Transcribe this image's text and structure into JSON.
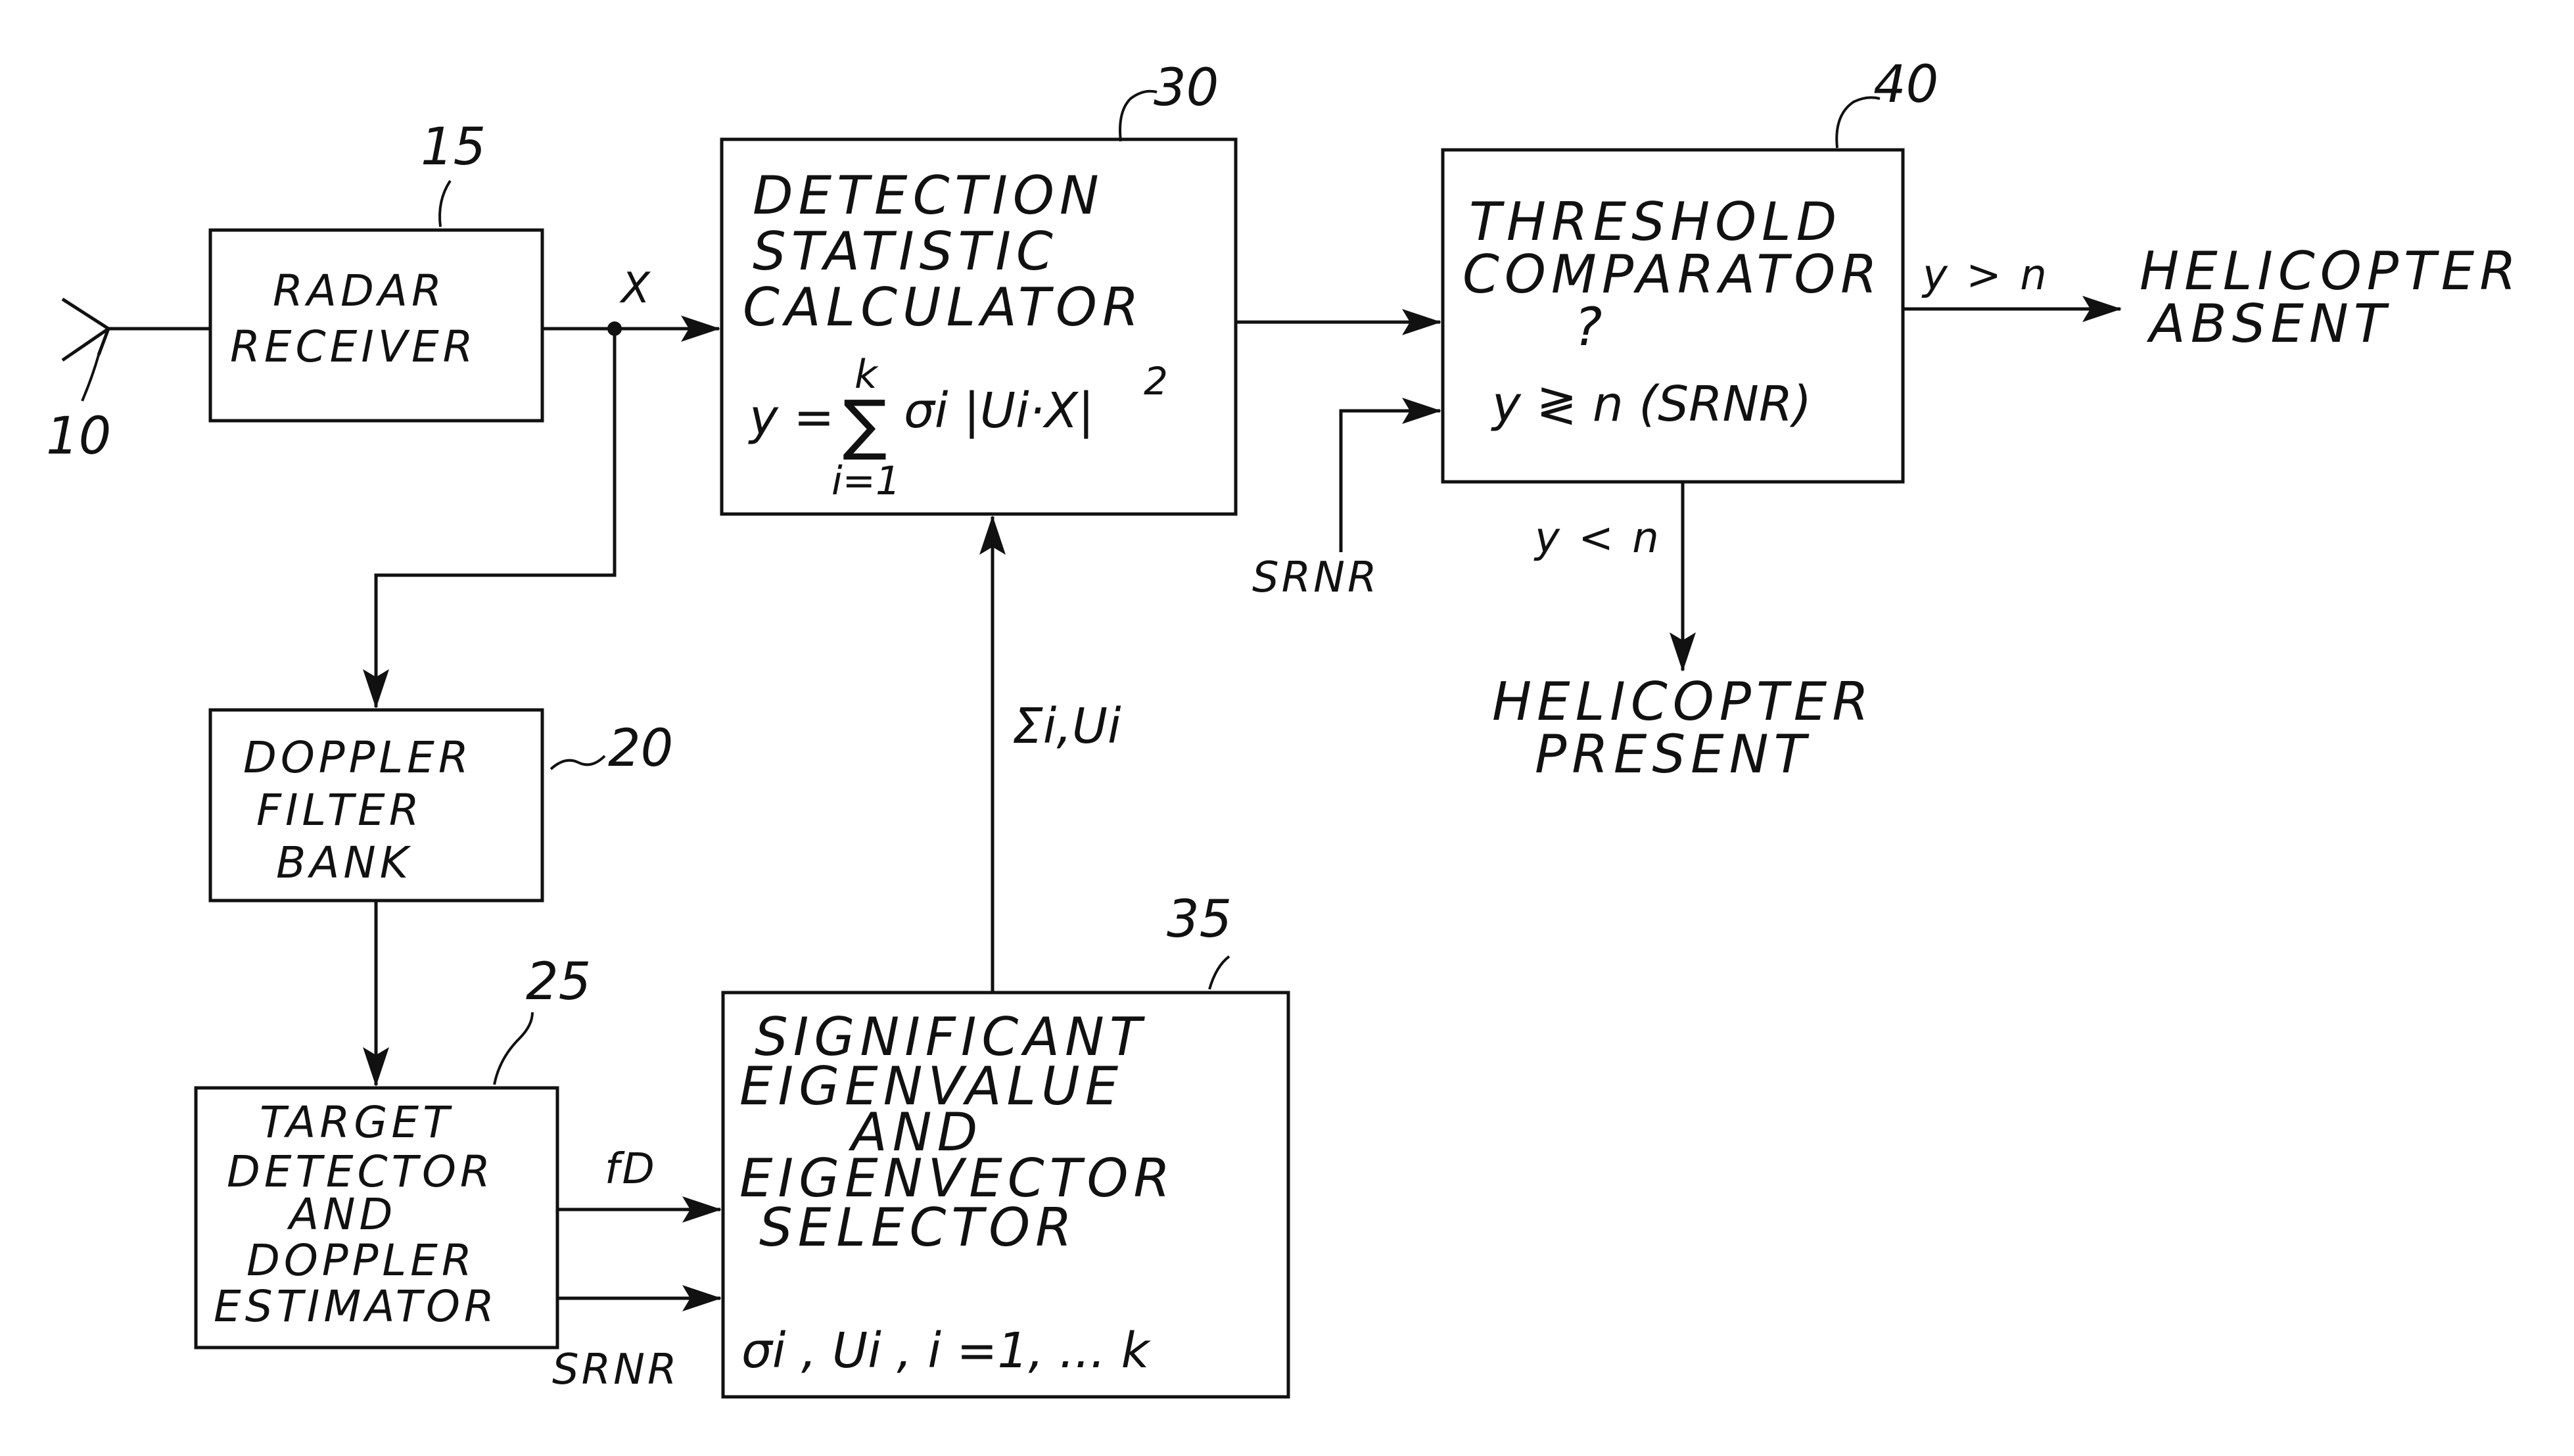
{
  "antenna": {
    "ref": "10"
  },
  "radar_receiver": {
    "ref": "15",
    "lines": [
      "RADAR",
      "RECEIVER"
    ]
  },
  "doppler_filter_bank": {
    "ref": "20",
    "lines": [
      "DOPPLER",
      "FILTER",
      "BANK"
    ]
  },
  "target_detector": {
    "ref": "25",
    "lines": [
      "TARGET",
      "DETECTOR",
      "AND",
      "DOPPLER",
      "ESTIMATOR"
    ]
  },
  "detection_calculator": {
    "ref": "30",
    "lines": [
      "DETECTION",
      "STATISTIC",
      "CALCULATOR"
    ],
    "formula": {
      "lhs": "y =",
      "sum": "∑",
      "upper": "k",
      "lower": "i=1",
      "term": "σi |Ui·X|",
      "power": "2"
    }
  },
  "eigen_selector": {
    "ref": "35",
    "lines": [
      "SIGNIFICANT",
      "EIGENVALUE",
      "AND",
      "EIGENVECTOR",
      "SELECTOR"
    ],
    "output": "σi , Ui , i =1, ... k"
  },
  "threshold_comparator": {
    "ref": "40",
    "lines": [
      "THRESHOLD",
      "COMPARATOR"
    ],
    "question": "?",
    "compare": "y ≷ n (SRNR)"
  },
  "signals": {
    "x": "X",
    "fd": "fD",
    "srnr_in": "SRNR",
    "srnr_side": "SRNR",
    "eigen_out": "Σi,Ui",
    "greater": "y > n",
    "less": "y < n"
  },
  "outcomes": {
    "absent": [
      "HELICOPTER",
      "ABSENT"
    ],
    "present": [
      "HELICOPTER",
      "PRESENT"
    ]
  }
}
